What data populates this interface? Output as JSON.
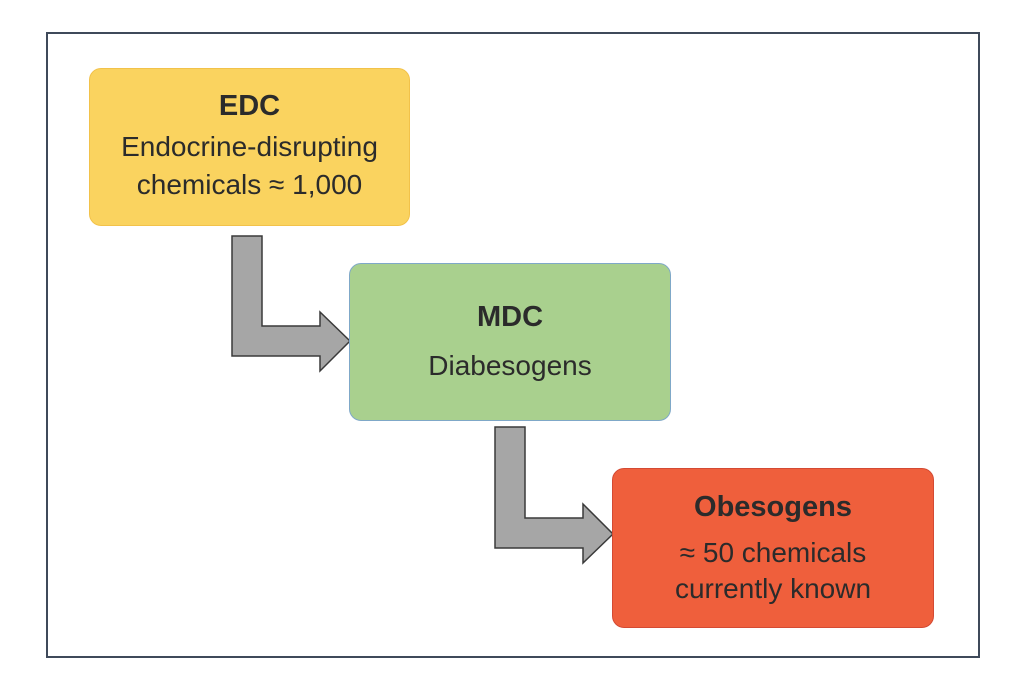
{
  "colors": {
    "edc_fill": "#fad35f",
    "mdc_fill": "#a9d08e",
    "obesogen_fill": "#ef5f3c",
    "arrow_fill": "#a6a6a6",
    "arrow_stroke": "#3a3a3a",
    "frame_border": "#3f4a5a"
  },
  "boxes": {
    "edc": {
      "title": "EDC",
      "line1": "Endocrine-disrupting",
      "line2": "chemicals ≈ 1,000"
    },
    "mdc": {
      "title": "MDC",
      "line1": "Diabesogens"
    },
    "obesogens": {
      "title": "Obesogens",
      "line1": "≈ 50 chemicals",
      "line2": "currently known"
    }
  }
}
